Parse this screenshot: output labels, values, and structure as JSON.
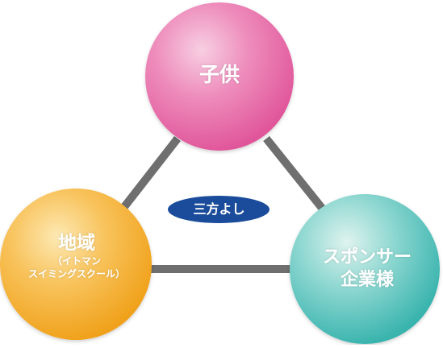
{
  "diagram": {
    "center_badge": "三方よし",
    "nodes": {
      "child": {
        "label": "子供"
      },
      "region": {
        "label": "地域",
        "sub_line1": "（イトマン",
        "sub_line2": "スイミングスクール）"
      },
      "sponsor": {
        "line1": "スポンサー",
        "line2": "企業様"
      }
    }
  },
  "colors": {
    "child": "#ea6fa8",
    "region": "#f6ae2e",
    "sponsor": "#5ec8c2",
    "connector": "#6f6f6f",
    "badge": "#1a4c9b"
  }
}
